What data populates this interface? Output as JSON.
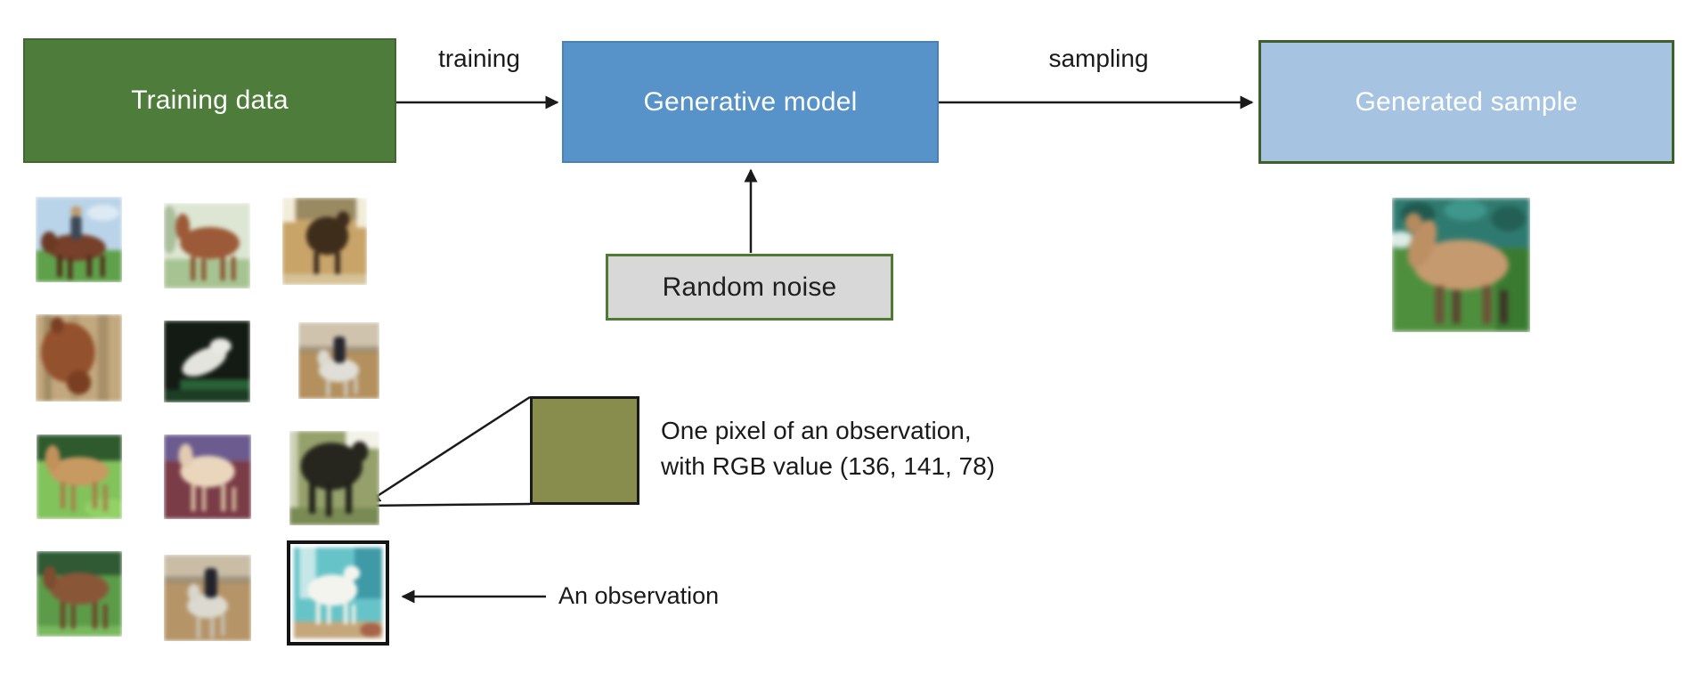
{
  "flow": {
    "training_data": {
      "label": "Training data",
      "fill": "#4e7c3a",
      "border": "#40682f",
      "text_color": "#ffffff"
    },
    "training_edge": {
      "label": "training"
    },
    "generative_model": {
      "label": "Generative model",
      "fill": "#5792c9",
      "border": "#4a80b2",
      "text_color": "#ffffff"
    },
    "sampling_edge": {
      "label": "sampling"
    },
    "generated_sample": {
      "label": "Generated sample",
      "fill": "#a6c4e2",
      "border": "#3c6027",
      "text_color": "#ffffff"
    },
    "random_noise": {
      "label": "Random noise",
      "fill": "#d8d8d8",
      "border": "#4e7a33",
      "text_color": "#1f1f1f"
    }
  },
  "annotations": {
    "pixel_callout": {
      "line1": "One pixel of an observation,",
      "line2": "with RGB value (136, 141, 78)",
      "rgb_value": "(136, 141, 78)",
      "swatch_color": "#888d4e"
    },
    "observation": {
      "label": "An observation"
    }
  },
  "training_grid": {
    "items": [
      "blurry photo of a rider on a brown horse in a grassy field",
      "blurry photo of a chestnut horse standing on pale grass",
      "blurry photo of a dark horse in a sandy arena",
      "blurry close-up photo of a brown horse among trees",
      "blurry photo of a white horse on a dark background",
      "blurry photo of a white horse with a rider in an arena",
      "blurry photo of a palomino horse on bright green grass",
      "blurry photo of a cream horse on a purple and maroon background",
      "blurry photo of a black horse on an olive-green background",
      "blurry photo of a brown horse on green grass",
      "blurry photo of a white horse with a rider in a dirt arena",
      "blurry photo of a white horse on a teal background, framed as the highlighted observation"
    ]
  },
  "generated_image": {
    "description": "blurry generated image of a tan horse on grass with teal trees behind"
  },
  "arrow_color": "#1a1a1a"
}
